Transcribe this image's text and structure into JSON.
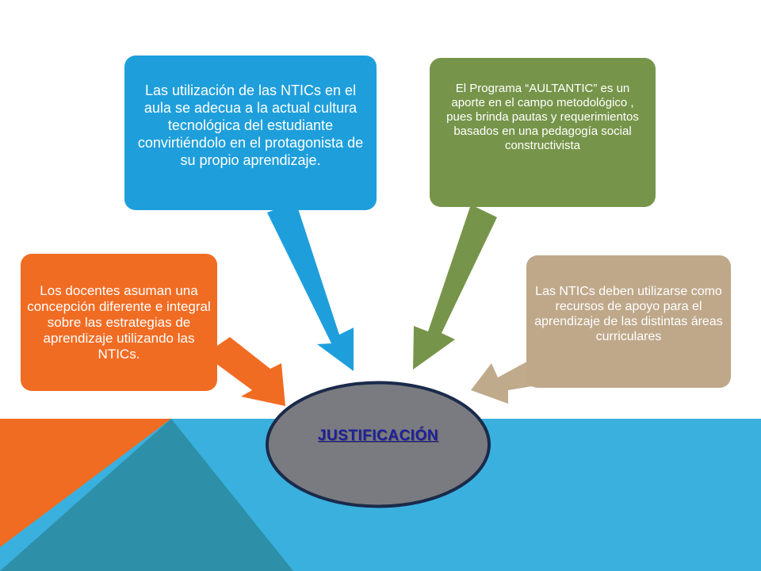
{
  "diagram": {
    "center": {
      "label": "JUSTIFICACIÓN"
    },
    "nodes": [
      {
        "id": "orange",
        "text": "Los docentes asuman una concepción diferente e integral sobre las estrategias de aprendizaje utilizando las NTICs.",
        "color": "#f16c23"
      },
      {
        "id": "blue",
        "text": "Las utilización de las NTICs  en el aula se adecua a la actual cultura tecnológica del estudiante convirtiéndolo en el protagonista de su propio aprendizaje.",
        "color": "#1e9fdc"
      },
      {
        "id": "green",
        "text": "El Programa “AULTANTIC” es un aporte en el campo metodológico , pues brinda pautas y requerimientos basados en una pedagogía social constructivista",
        "color": "#77954a"
      },
      {
        "id": "tan",
        "text": "Las NTICs deben utilizarse como recursos de apoyo para el aprendizaje de las distintas áreas curriculares",
        "color": "#bfa88a"
      }
    ]
  },
  "colors": {
    "background_band": "#3ab0de",
    "corner_orange": "#f16c23",
    "corner_teal": "#2e8fa8",
    "ellipse_fill": "#7a7b80",
    "ellipse_stroke": "#1a2a4a",
    "center_text": "#1f1f9e"
  }
}
